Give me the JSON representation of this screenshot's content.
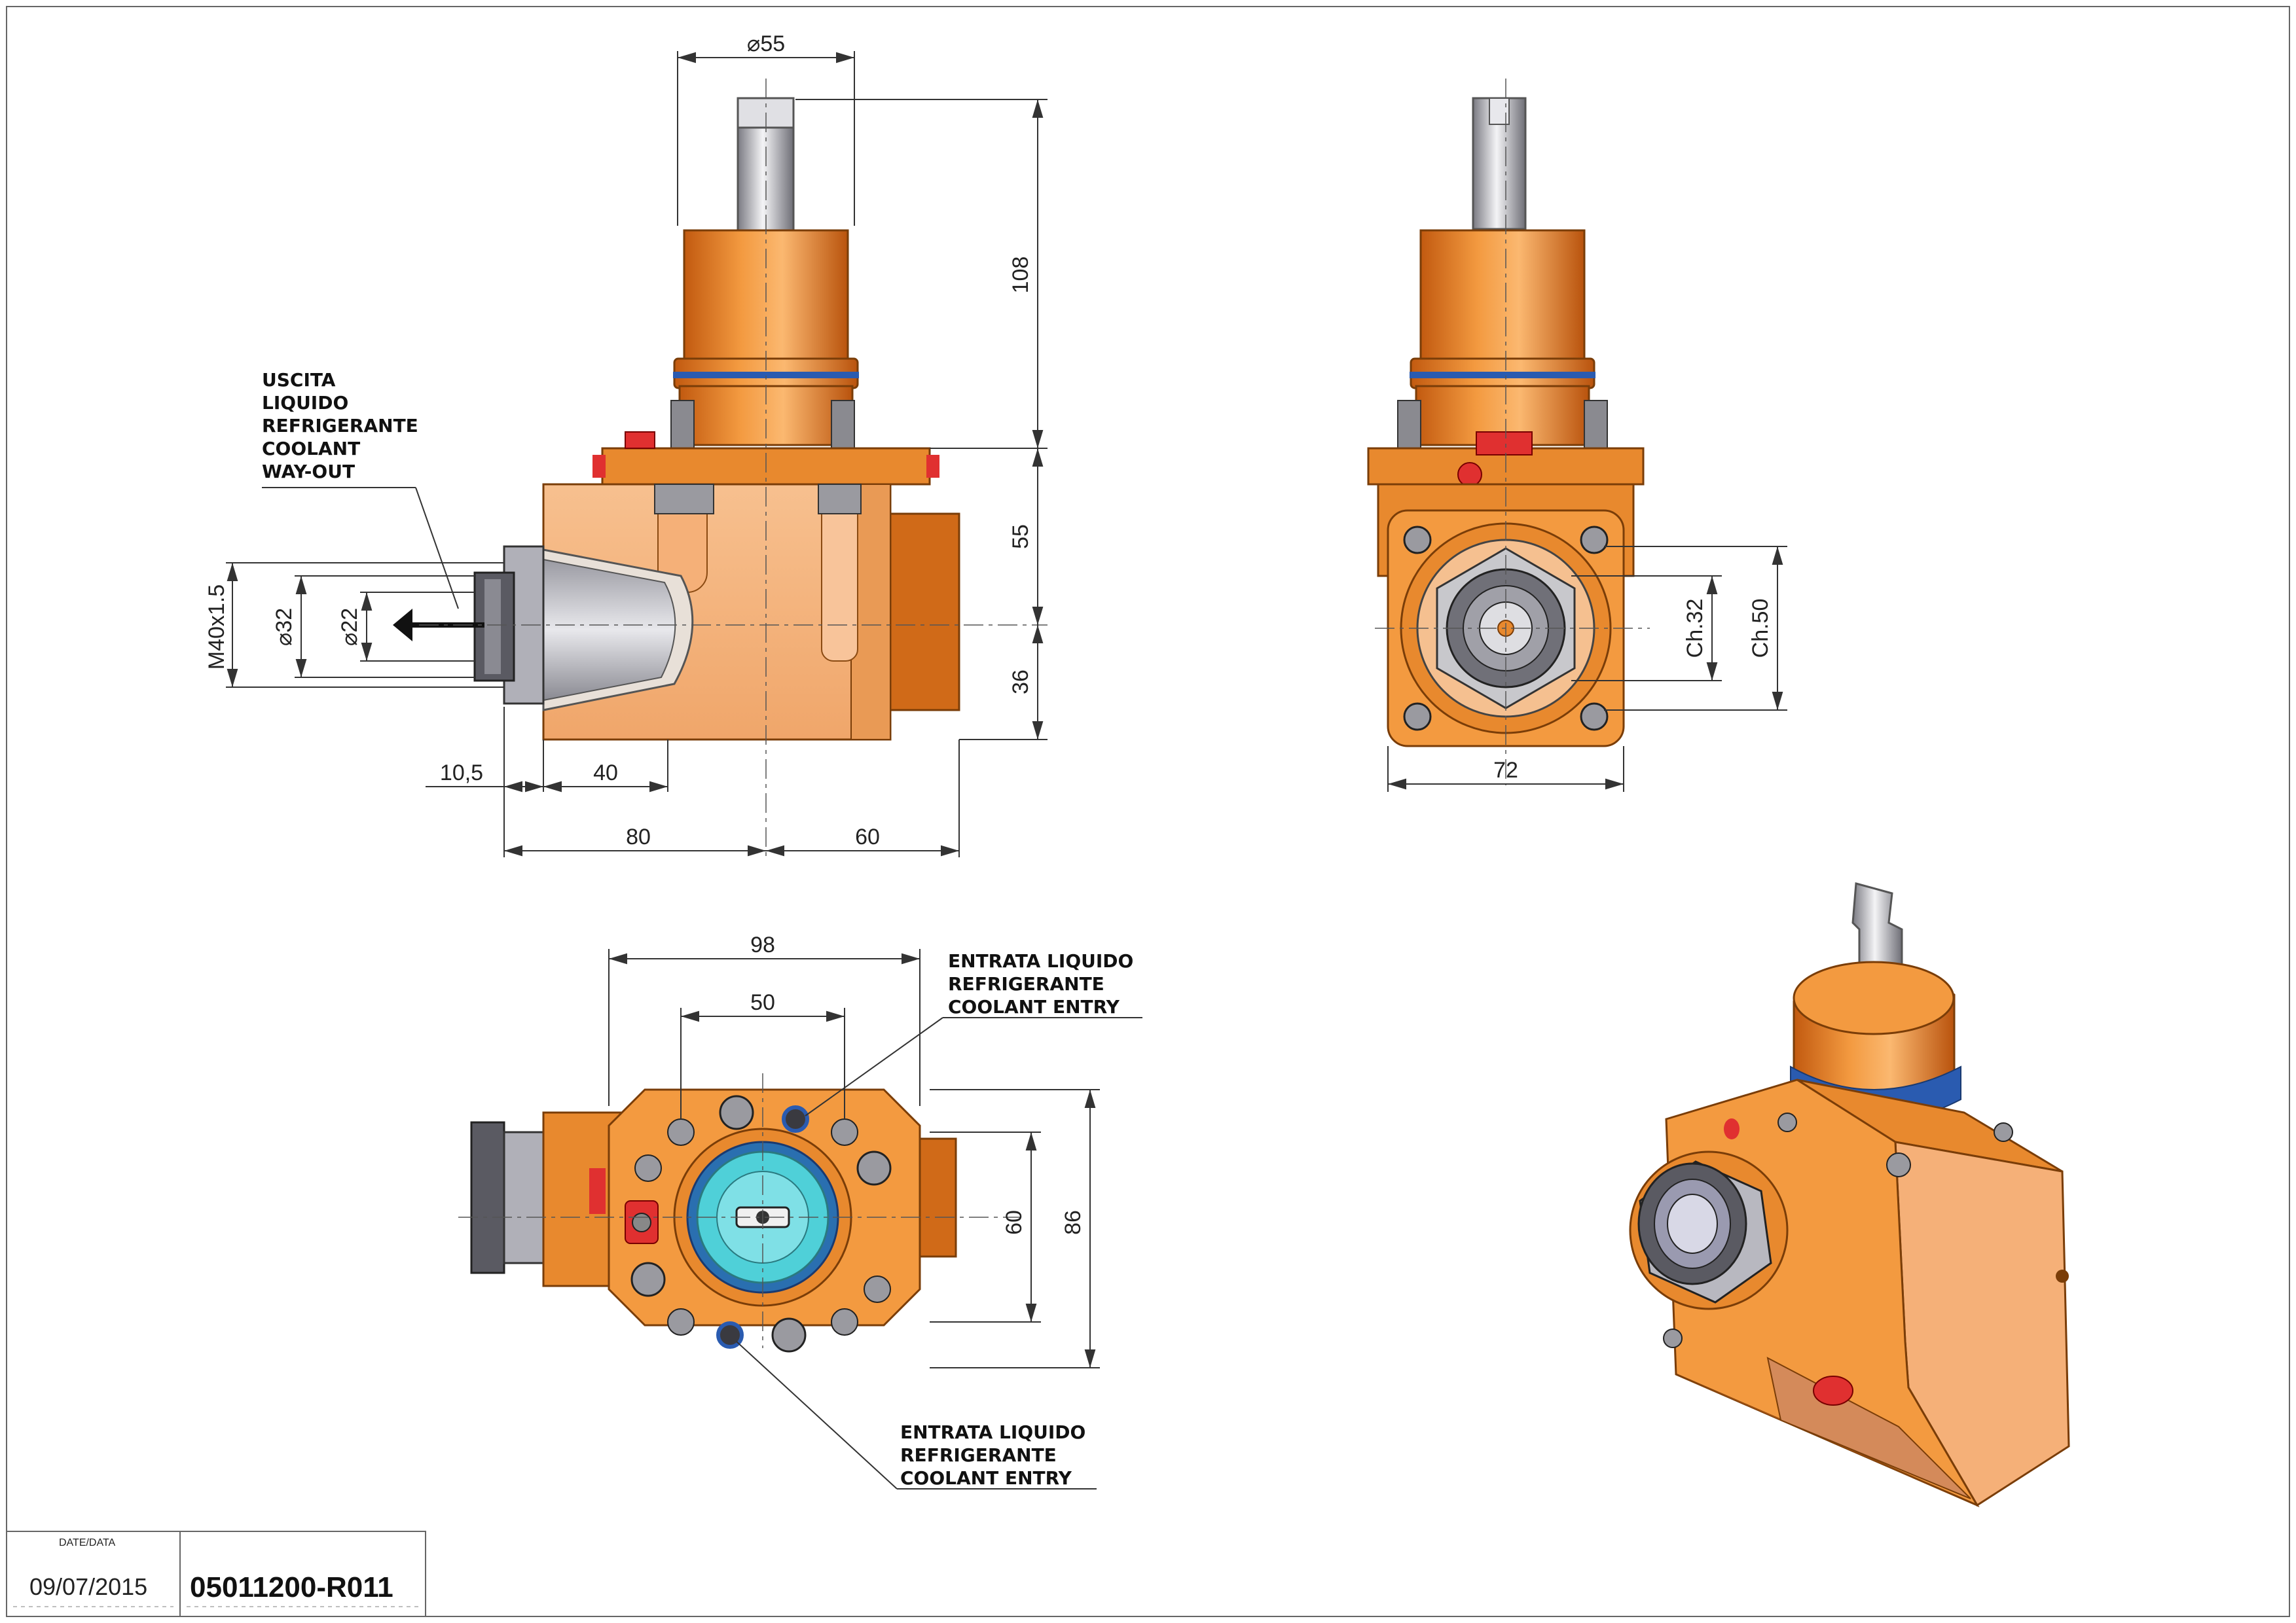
{
  "dimensions": {
    "diam_55": "55",
    "dim_108": "108",
    "dim_55_v": "55",
    "dim_36": "36",
    "dim_10_5": "10,5",
    "dim_40": "40",
    "dim_80": "80",
    "dim_60_h": "60",
    "thread": "M40x1.5",
    "diam_32": "32",
    "diam_22": "22",
    "ch_32": "Ch.32",
    "ch_50": "Ch.50",
    "dim_72": "72",
    "dim_98": "98",
    "dim_50": "50",
    "dim_60_v": "60",
    "dim_86": "86"
  },
  "notes": {
    "coolant_out": [
      "USCITA",
      "LIQUIDO",
      "REFRIGERANTE",
      "COOLANT",
      "WAY-OUT"
    ],
    "coolant_in_top": [
      "ENTRATA LIQUIDO",
      "REFRIGERANTE",
      "COOLANT ENTRY"
    ],
    "coolant_in_bottom": [
      "ENTRATA LIQUIDO",
      "REFRIGERANTE",
      "COOLANT ENTRY"
    ]
  },
  "title_block": {
    "date_label": "DATE/DATA",
    "date": "09/07/2015",
    "code": "05011200-R011"
  },
  "colors": {
    "body_light": "#f5b078",
    "body_orange": "#e8892e",
    "body_dark": "#c8651b",
    "steel": "#b8b8c0",
    "blue_seal": "#2a5bb0",
    "cyan": "#4fd0d8",
    "red_plug": "#e03030"
  }
}
